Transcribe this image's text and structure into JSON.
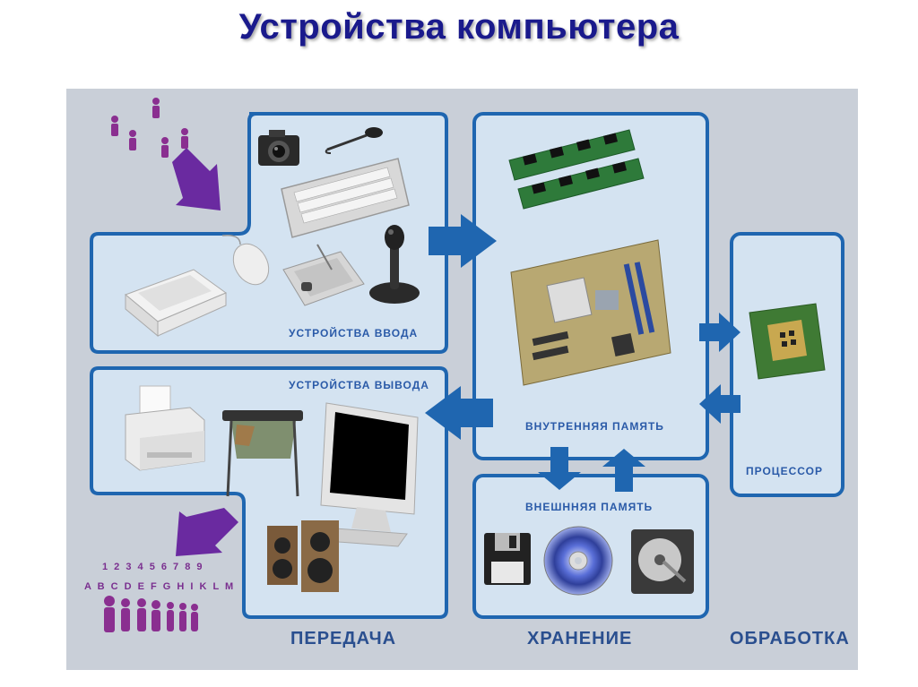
{
  "title": "Устройства компьютера",
  "labels": {
    "input_devices": "УСТРОЙСТВА ВВОДА",
    "output_devices": "УСТРОЙСТВА ВЫВОДА",
    "internal_memory": "ВНУТРЕННЯЯ ПАМЯТЬ",
    "external_memory": "ВНЕШННЯЯ ПАМЯТЬ",
    "processor": "ПРОЦЕССОР"
  },
  "sections": {
    "transfer": "ПЕРЕДАЧА",
    "storage": "ХРАНЕНИЕ",
    "processing": "ОБРАБОТКА"
  },
  "symbols": {
    "digits": "1 2 3 4 5 6 7 8 9",
    "letters": "A B C D E F G H I K L M"
  },
  "colors": {
    "panel_bg": "#c9cfd8",
    "box_border": "#1f66b0",
    "box_fill": "#d4e3f1",
    "arrow_blue": "#1f66b0",
    "arrow_purple": "#6a2aa0",
    "title": "#1a1a8c"
  },
  "icons": [
    "camera-icon",
    "microphone-icon",
    "keyboard-icon",
    "mouse-icon",
    "joystick-icon",
    "graphics-tablet-icon",
    "scanner-icon",
    "printer-icon",
    "plotter-icon",
    "monitor-icon",
    "speakers-icon",
    "ram-icon",
    "motherboard-icon",
    "cpu-icon",
    "floppy-disk-icon",
    "cd-disc-icon",
    "hard-drive-icon"
  ]
}
